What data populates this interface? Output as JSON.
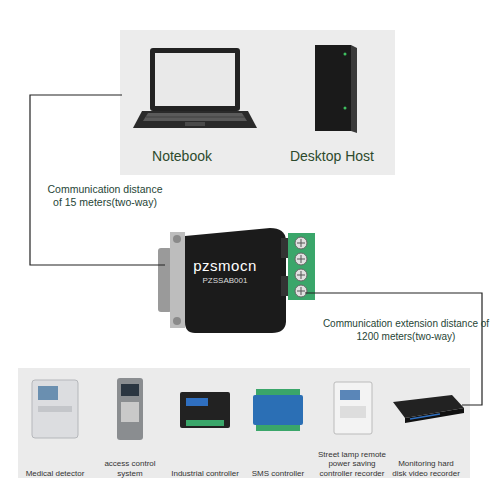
{
  "diagram": {
    "nodes": [
      {
        "text": [
          "Notebook"
        ]
      },
      {
        "text": [
          "Desktop Host"
        ]
      },
      {
        "text": [
          "pzsmocn",
          "PZSSAB001"
        ]
      },
      {
        "text": [
          "Medical detector"
        ]
      },
      {
        "text": [
          "access control system"
        ]
      },
      {
        "text": [
          "Industrial controller"
        ]
      },
      {
        "text": [
          "SMS controller"
        ]
      },
      {
        "text": [
          "Street lamp remote power saving controller recorder"
        ]
      },
      {
        "text": [
          "Monitoring hard disk video recorder"
        ]
      }
    ],
    "edges": [
      {
        "from": 0,
        "to": 2,
        "arrow": "none",
        "label": "Communication distance of 15 meters(two-way)"
      },
      {
        "from": 2,
        "to": 8,
        "arrow": "none",
        "label": "Communication extension distance of 1200 meters(two-way)"
      }
    ]
  }
}
